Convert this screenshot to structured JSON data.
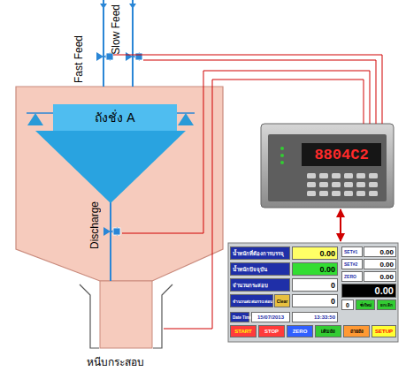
{
  "diagram": {
    "nodes": [
      {
        "text": [
          "Fast Feed"
        ]
      },
      {
        "text": [
          "Slow Feed"
        ]
      },
      {
        "text": [
          "ถังชั่ง A"
        ]
      },
      {
        "text": [
          "Discharge"
        ]
      },
      {
        "text": [
          "หนีบกระสอบ"
        ]
      },
      {
        "text": [
          "8804C2"
        ]
      },
      {
        "text": [
          "น้ำหนักที่ต้องการบรรจุ",
          "0.00",
          "น้ำหนักปัจจุบัน",
          "0.00",
          "จำนวนกระสอบ",
          "0",
          "จำนวนสะสมกระสอบ",
          "Clear",
          "0",
          "SET#1",
          "0.00",
          "SET#2",
          "0.00",
          "ZERO",
          "0.00",
          "0.00",
          "0",
          "ชั่งใหม่",
          "ยกเลิก",
          "Date Time",
          "15/07/2013",
          "13:33:50",
          "START",
          "STOP",
          "ZERO",
          "เติมถัง",
          "ถ่ายถัง",
          "SETUP"
        ]
      }
    ],
    "edges": [
      {
        "from": 0,
        "to": 5,
        "arrow": "none"
      },
      {
        "from": 1,
        "to": 5,
        "arrow": "none"
      },
      {
        "from": 3,
        "to": 5,
        "arrow": "none"
      },
      {
        "from": 4,
        "to": 5,
        "arrow": "none"
      },
      {
        "from": 5,
        "to": 6,
        "arrow": "both"
      }
    ]
  }
}
